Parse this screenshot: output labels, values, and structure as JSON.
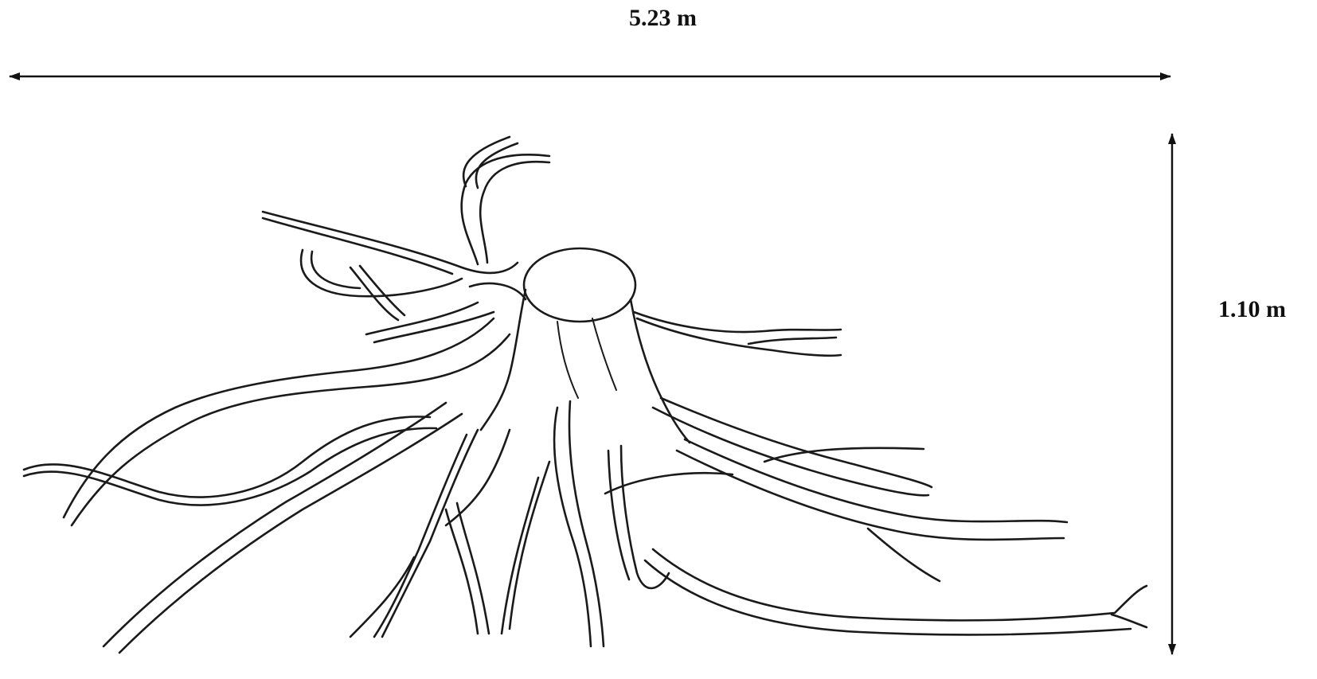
{
  "figure": {
    "subject": "tree-stump-root-system",
    "width_dimension": "5.23 m",
    "height_dimension": "1.10 m",
    "line_color": "#1a1a1a",
    "background_color": "#ffffff"
  }
}
